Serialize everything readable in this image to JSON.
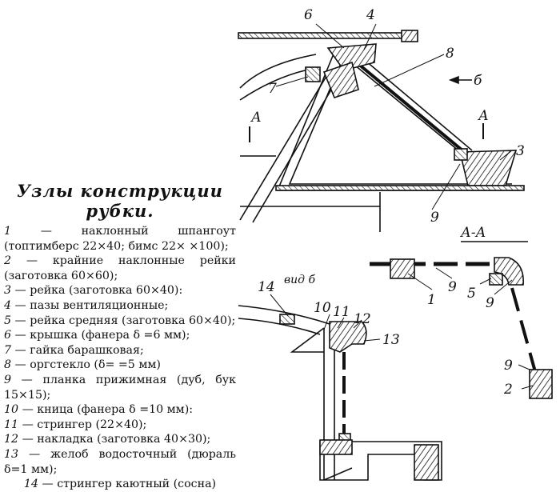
{
  "caption": {
    "title_line1": "Узлы конструкции",
    "title_line2": "рубки."
  },
  "legend": [
    {
      "n": "1",
      "text": " — наклонный шпангоут (топтимберс 22×40; бимс 22× ×100);"
    },
    {
      "n": "2",
      "text": " — крайние наклонные рейки (заготовка 60×60);"
    },
    {
      "n": "3",
      "text": " — рейка (заготовка 60×40):"
    },
    {
      "n": "4",
      "text": " — пазы вентиляционные;"
    },
    {
      "n": "5",
      "text": " — рейка средняя (заготовка 60×40);"
    },
    {
      "n": "6",
      "text": " — крышка (фанера δ =6 мм);"
    },
    {
      "n": "7",
      "text": " — гайка барашковая;"
    },
    {
      "n": "8",
      "text": " — оргстекло (δ= =5 мм)"
    },
    {
      "n": "9",
      "text": " — планка прижимная (дуб, бук 15×15);"
    },
    {
      "n": "10",
      "text": " — кница (фанера δ =10 мм):"
    },
    {
      "n": "11",
      "text": " — стрингер (22×40);"
    },
    {
      "n": "12",
      "text": " — накладка (заготовка 40×30);"
    },
    {
      "n": "13",
      "text": " — желоб водосточный (дюраль δ=1 мм);"
    },
    {
      "n": "14",
      "text": " — стрингер каютный (сосна)"
    }
  ],
  "labels": {
    "p6": "6",
    "p4": "4",
    "p8": "8",
    "p7": "7",
    "p3": "3",
    "p9a": "9",
    "arrow_b": "б",
    "sec_a_left": "А",
    "sec_a_right": "А",
    "section_aa": "А-А",
    "s1": "1",
    "s9a": "9",
    "s5": "5",
    "s9b": "9",
    "s9c": "9",
    "s2": "2",
    "view_b": "вид б",
    "v14": "14",
    "v10": "10",
    "v11": "11",
    "v12": "12",
    "v13": "13"
  }
}
